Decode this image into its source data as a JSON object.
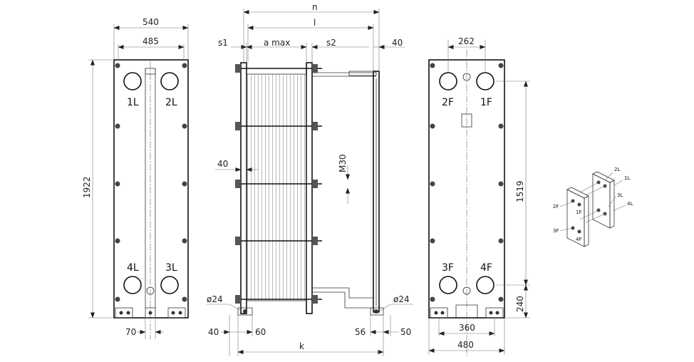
{
  "front_view": {
    "dim_width_outer": "540",
    "dim_width_inner": "485",
    "dim_height": "1922",
    "dim_bottom": "70",
    "ports": [
      "1L",
      "2L",
      "4L",
      "3L"
    ]
  },
  "side_view": {
    "dim_n": "n",
    "dim_l": "l",
    "dim_s1": "s1",
    "dim_amax": "a max",
    "dim_s2": "s2",
    "dim_40_top": "40",
    "dim_40_left": "40",
    "dim_m30": "M30",
    "dim_d24_left": "ø24",
    "dim_d24_right": "ø24",
    "dim_40_bottom": "40",
    "dim_60": "60",
    "dim_56": "56",
    "dim_50": "50",
    "dim_k": "k"
  },
  "rear_view": {
    "dim_262": "262",
    "dim_1519": "1519",
    "dim_240": "240",
    "dim_360": "360",
    "dim_480": "480",
    "ports": [
      "2F",
      "1F",
      "3F",
      "4F"
    ]
  },
  "iso_view": {
    "labels": [
      "2L",
      "1L",
      "3L",
      "4L",
      "2F",
      "1F",
      "3F",
      "4F"
    ]
  }
}
